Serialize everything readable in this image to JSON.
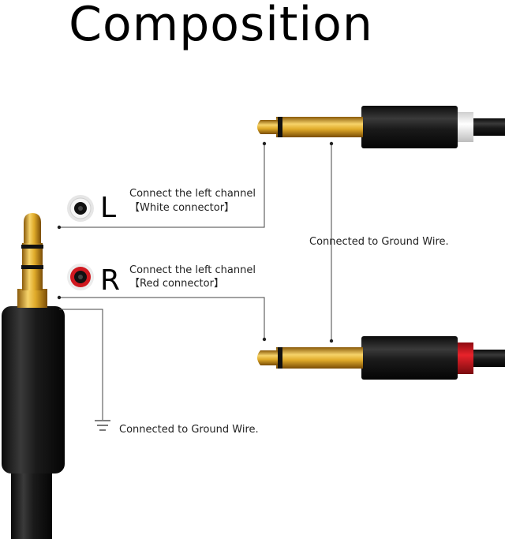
{
  "title": "Composition",
  "left_channel": {
    "letter": "L",
    "line1": "Connect the left channel",
    "line2": "【White connector】",
    "color": "#f2f2f2"
  },
  "right_channel": {
    "letter": "R",
    "line1": "Connect the left channel",
    "line2": "【Red connector】",
    "color": "#d0181f"
  },
  "ground_label_right": "Connected to Ground Wire.",
  "ground_label_bottom": "Connected to Ground Wire.",
  "colors": {
    "gold": "#d9a520",
    "cable_black": "#1b1b1b",
    "line": "#444444"
  },
  "icons": [
    "ground-symbol-icon",
    "white-ring-icon",
    "red-ring-icon"
  ]
}
